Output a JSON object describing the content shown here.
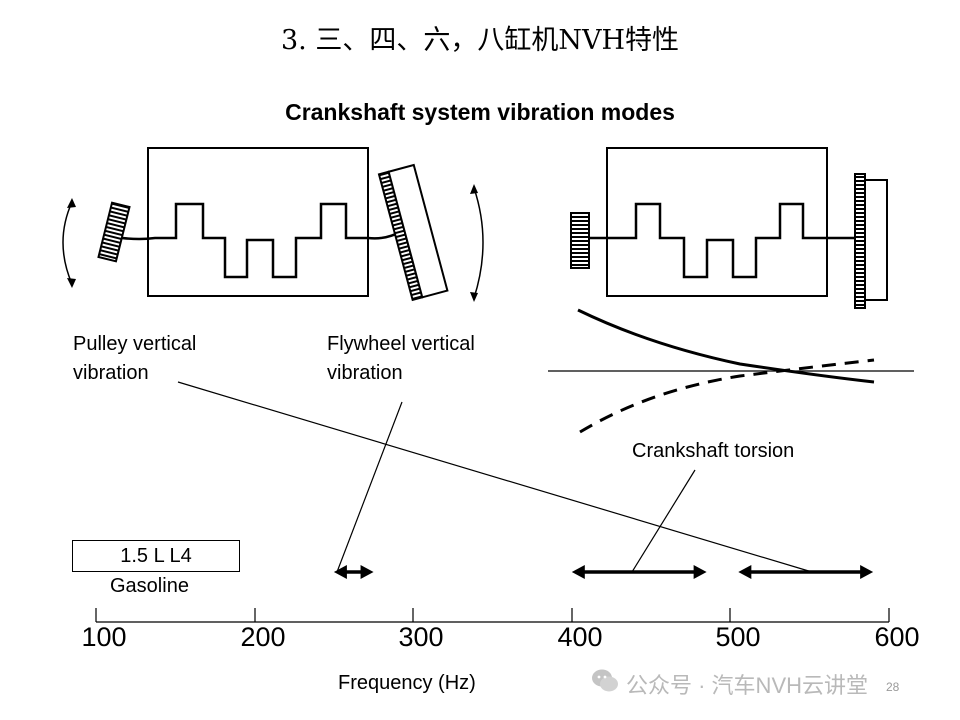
{
  "heading": "3. 三、四、六，八缸机NVH特性",
  "diagram_title": "Crankshaft system vibration modes",
  "labels": {
    "pulley": [
      "Pulley vertical",
      "vibration"
    ],
    "flywheel": [
      "Flywheel vertical",
      "vibration"
    ],
    "torsion": "Crankshaft torsion"
  },
  "engine": {
    "model": "1.5 L L4",
    "fuel": "Gasoline"
  },
  "axis": {
    "ticks": [
      "100",
      "200",
      "300",
      "400",
      "500",
      "600"
    ],
    "label": "Frequency (Hz)",
    "min": 100,
    "max": 600
  },
  "ranges": {
    "flywheel_vertical": [
      250,
      275
    ],
    "crankshaft_torsion": [
      400,
      485
    ],
    "pulley_vertical": [
      505,
      590
    ]
  },
  "watermark": "公众号 · 汽车NVH云讲堂",
  "page_number": "28"
}
